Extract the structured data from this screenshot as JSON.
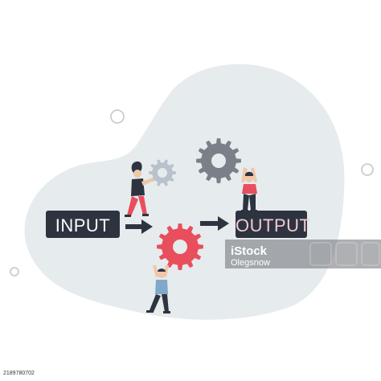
{
  "diagram": {
    "input_label": "INPUT",
    "output_label": "OUTPUT"
  },
  "watermark": {
    "brand": "iStock",
    "credit": "Olegsnow"
  },
  "stock_id": "2189780702",
  "colors": {
    "blob": "#e6ebee",
    "box": "#2d3440",
    "output_text": "#f2c9cf",
    "gear_red": "#e84e5c",
    "gear_gray": "#7a8088",
    "gear_light": "#b9c2cc",
    "arrow": "#2d3440"
  }
}
